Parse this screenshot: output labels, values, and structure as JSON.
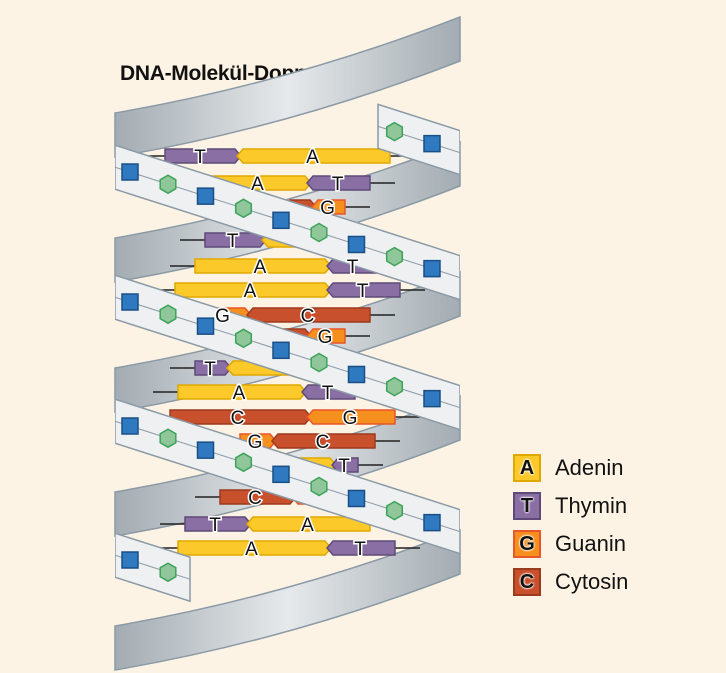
{
  "title": "DNA-Molekül-Doppelhelix",
  "colors": {
    "background": "#fdf3e4",
    "A": "#fcc92a",
    "T": "#8a6fa5",
    "G": "#f5901e",
    "C": "#c9502c",
    "phosphate": "#2f79c0",
    "sugar": "#8fc79a"
  },
  "legend": [
    {
      "letter": "A",
      "label": "Adenin",
      "base": "A"
    },
    {
      "letter": "T",
      "label": "Thymin",
      "base": "T"
    },
    {
      "letter": "G",
      "label": "Guanin",
      "base": "G"
    },
    {
      "letter": "C",
      "label": "Cytosin",
      "base": "C"
    }
  ],
  "base_pairs": [
    {
      "left": "T",
      "right": "A"
    },
    {
      "left": "A",
      "right": "T"
    },
    {
      "left": "",
      "right": "G"
    },
    {
      "left": "T",
      "right": ""
    },
    {
      "left": "A",
      "right": "T"
    },
    {
      "left": "A",
      "right": "T"
    },
    {
      "left": "G",
      "right": "C"
    },
    {
      "left": "",
      "right": "G"
    },
    {
      "left": "T",
      "right": ""
    },
    {
      "left": "A",
      "right": "T"
    },
    {
      "left": "C",
      "right": "G"
    },
    {
      "left": "G",
      "right": "C"
    },
    {
      "left": "",
      "right": "T"
    },
    {
      "left": "C",
      "right": ""
    },
    {
      "left": "T",
      "right": "A"
    },
    {
      "left": "A",
      "right": "T"
    }
  ]
}
